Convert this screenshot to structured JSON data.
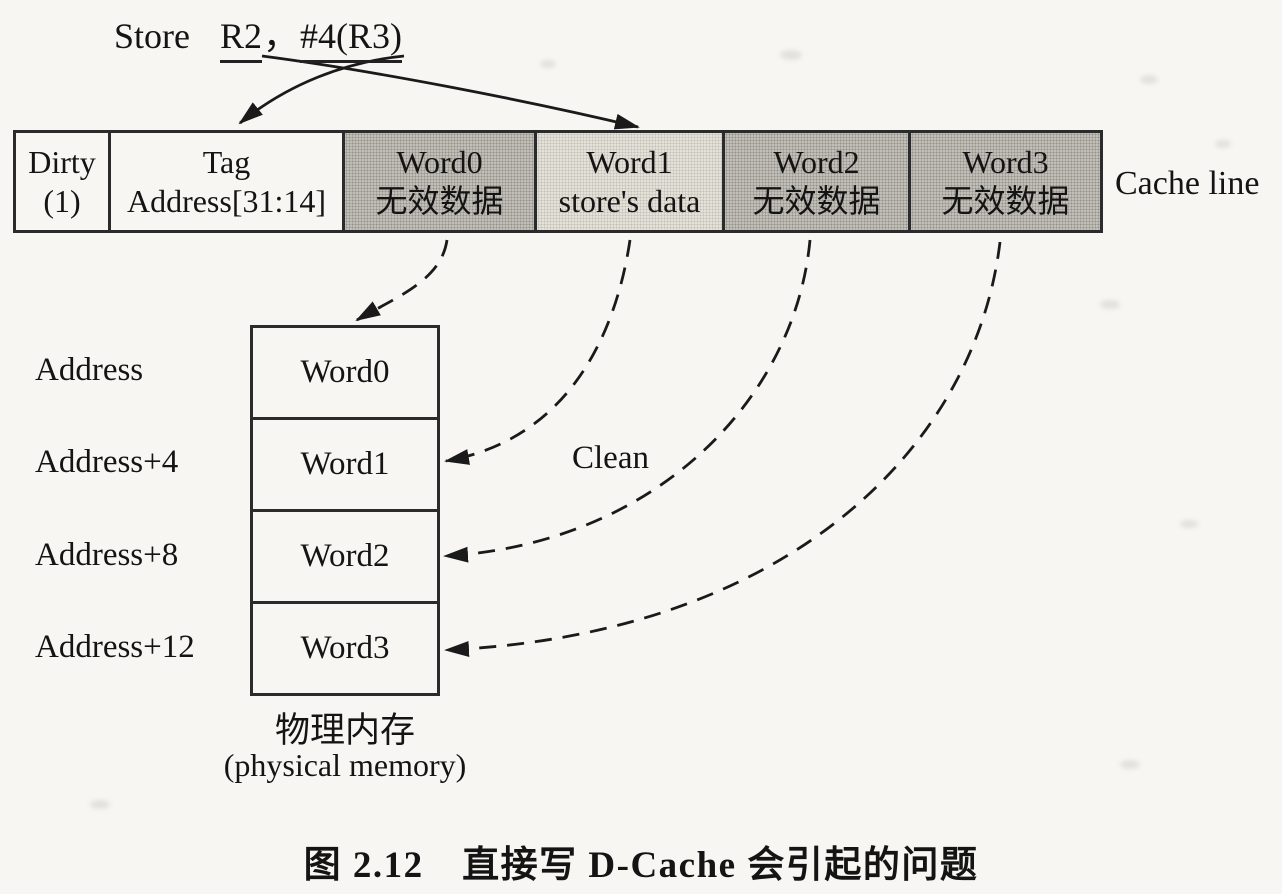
{
  "figure": {
    "instruction": {
      "mnemonic": "Store",
      "operand1": "R2",
      "comma": "，",
      "operand2": "#4(R3)"
    },
    "cache_line": {
      "label": "Cache line",
      "cells": [
        {
          "line1": "Dirty",
          "line2": "(1)"
        },
        {
          "line1": "Tag",
          "line2": "Address[31:14]"
        },
        {
          "line1": "Word0",
          "line2": "无效数据"
        },
        {
          "line1": "Word1",
          "line2": "store's data"
        },
        {
          "line1": "Word2",
          "line2": "无效数据"
        },
        {
          "line1": "Word3",
          "line2": "无效数据"
        }
      ]
    },
    "memory": {
      "rows": [
        {
          "address": "Address",
          "word": "Word0"
        },
        {
          "address": "Address+4",
          "word": "Word1"
        },
        {
          "address": "Address+8",
          "word": "Word2"
        },
        {
          "address": "Address+12",
          "word": "Word3"
        }
      ],
      "label_cn": "物理内存",
      "label_en": "(physical memory)"
    },
    "clean_label": "Clean",
    "caption": "图 2.12　直接写 D-Cache 会引起的问题",
    "colors": {
      "shaded_cell": "#c3c1ba",
      "store_cell": "#e6e3db",
      "line": "#2b2b2b"
    }
  }
}
